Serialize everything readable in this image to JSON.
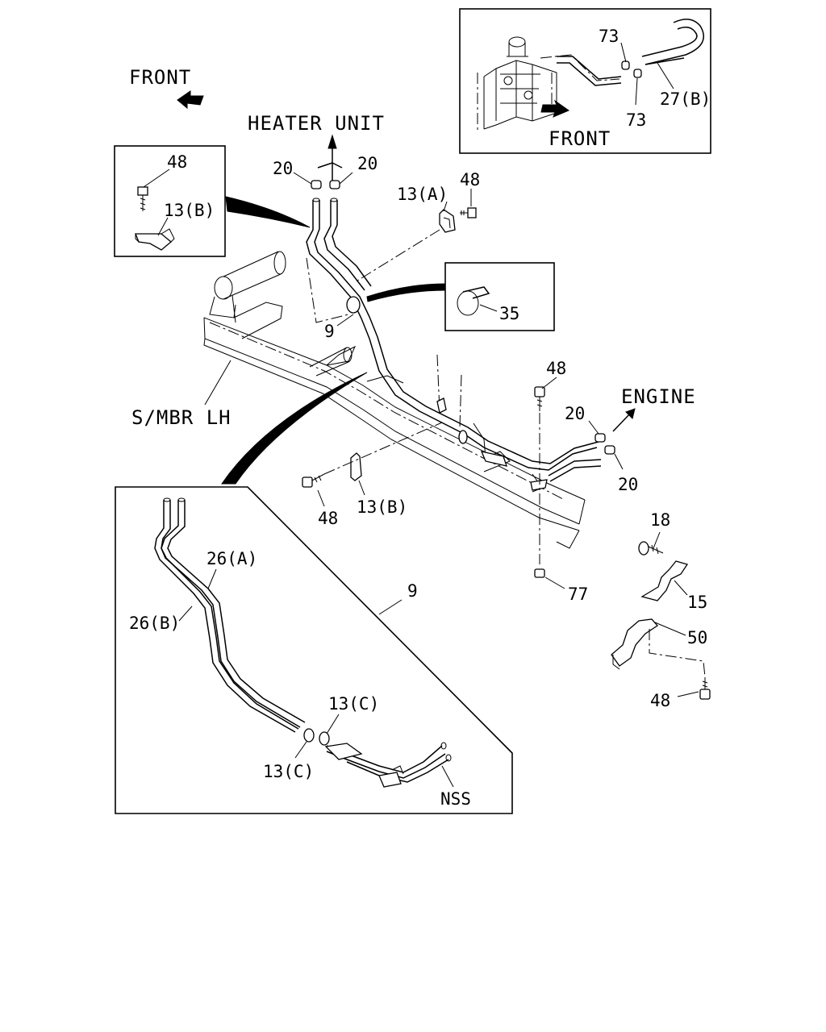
{
  "labels": {
    "front_main": "FRONT",
    "front_inset": "FRONT",
    "heater_unit": "HEATER UNIT",
    "engine": "ENGINE",
    "smbr": "S/MBR LH",
    "nss": "NSS"
  },
  "callouts": {
    "p73a": "73",
    "p73b": "73",
    "p27b": "27(B)",
    "p20a": "20",
    "p20b": "20",
    "p20c": "20",
    "p20d": "20",
    "p48a": "48",
    "p48b": "48",
    "p48c": "48",
    "p48d": "48",
    "p48e": "48",
    "p13b_a": "13(B)",
    "p13b_b": "13(B)",
    "p13a": "13(A)",
    "p35": "35",
    "p9a": "9",
    "p9b": "9",
    "p18": "18",
    "p15": "15",
    "p50": "50",
    "p77": "77",
    "p26a": "26(A)",
    "p26b": "26(B)",
    "p13c_a": "13(C)",
    "p13c_b": "13(C)"
  }
}
